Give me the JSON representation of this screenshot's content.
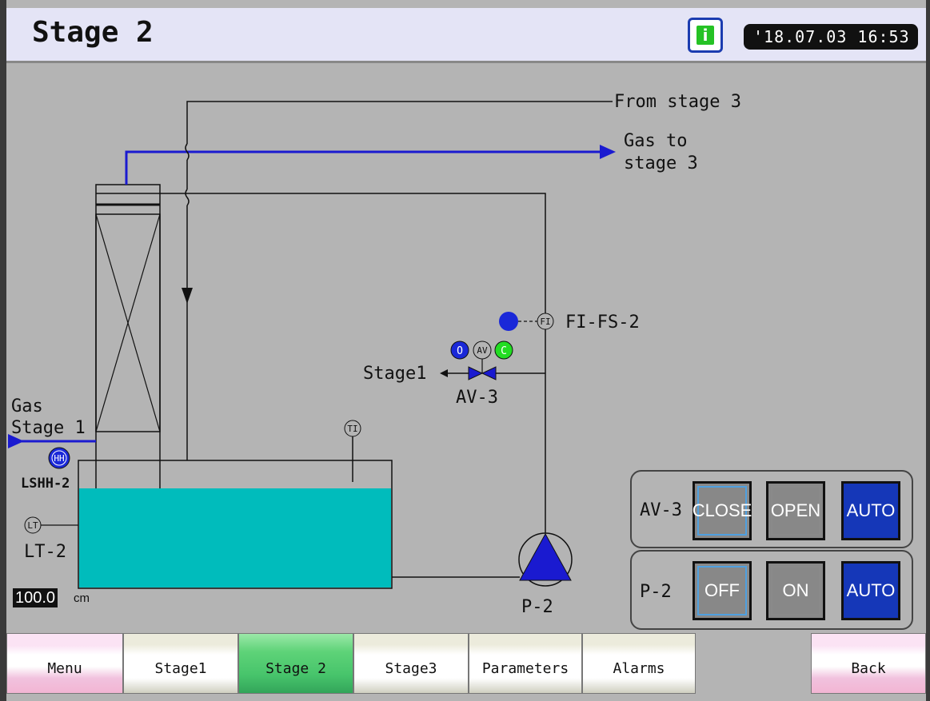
{
  "header": {
    "title": "Stage 2",
    "info_icon": "i",
    "datetime": "'18.07.03 16:53"
  },
  "diagram": {
    "from_stage3": "From stage 3",
    "gas_to_line1": "Gas to",
    "gas_to_line2": "stage 3",
    "gas_line1": "Gas",
    "gas_line2": "Stage 1",
    "stage1_label": "Stage1",
    "valve_label": "AV-3",
    "valve_open_indicator": "O",
    "valve_tag": "AV",
    "valve_close_indicator": "C",
    "flow_tag": "FI",
    "flow_label": "FI-FS-2",
    "temp_tag": "TI",
    "level_switch_tag": "HH",
    "level_switch_label": "LSHH-2",
    "level_tx_tag": "LT",
    "level_tx_label": "LT-2",
    "pump_label": "P-2",
    "level_value": "100.0",
    "level_unit": "cm"
  },
  "controls": {
    "av3": {
      "label": "AV-3",
      "close": "CLOSE",
      "open": "OPEN",
      "auto": "AUTO"
    },
    "p2": {
      "label": "P-2",
      "off": "OFF",
      "on": "ON",
      "auto": "AUTO"
    }
  },
  "nav": {
    "menu": "Menu",
    "stage1": "Stage1",
    "stage2": "Stage 2",
    "stage3": "Stage3",
    "parameters": "Parameters",
    "alarms": "Alarms",
    "back": "Back"
  },
  "colors": {
    "liquid": "#00bcbc",
    "gas_line": "#1a1ad0",
    "indicator_blue": "#1a28d8",
    "indicator_green": "#22dd22",
    "selected_tab": "#47c46b",
    "auto_active": "#1537b8"
  }
}
